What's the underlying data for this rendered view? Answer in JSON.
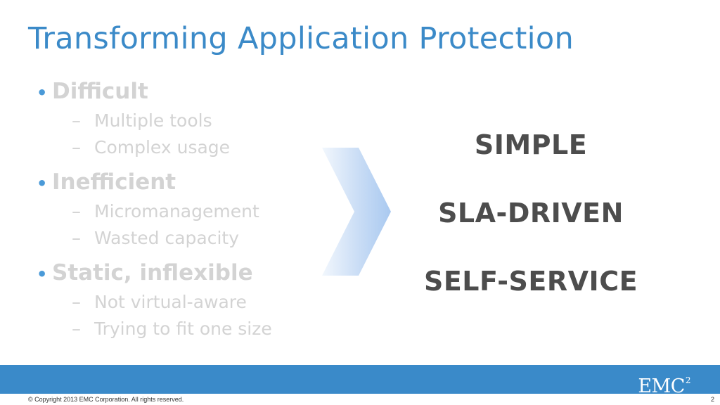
{
  "slide": {
    "title": "Transforming Application Protection",
    "challenges": [
      {
        "heading": "Difficult",
        "items": [
          "Multiple tools",
          "Complex usage"
        ]
      },
      {
        "heading": "Inefficient",
        "items": [
          "Micromanagement",
          "Wasted capacity"
        ]
      },
      {
        "heading": "Static, inflexible",
        "items": [
          "Not virtual-aware",
          "Trying to fit one size"
        ]
      }
    ],
    "bullet_glyph": "•",
    "sub_glyph": "–",
    "arrow_icon": "chevron-right-icon",
    "outcomes": [
      "SIMPLE",
      "SLA-DRIVEN",
      "SELF-SERVICE"
    ]
  },
  "footer": {
    "logo_text": "EMC",
    "logo_superscript": "2",
    "copyright": "© Copyright 2013 EMC Corporation. All rights reserved.",
    "page_number": "2"
  },
  "colors": {
    "title": "#3b8ac8",
    "faded_text": "#d3d3d3",
    "outcome_text": "#4d4d4d",
    "footer_band": "#3a8ac9"
  }
}
